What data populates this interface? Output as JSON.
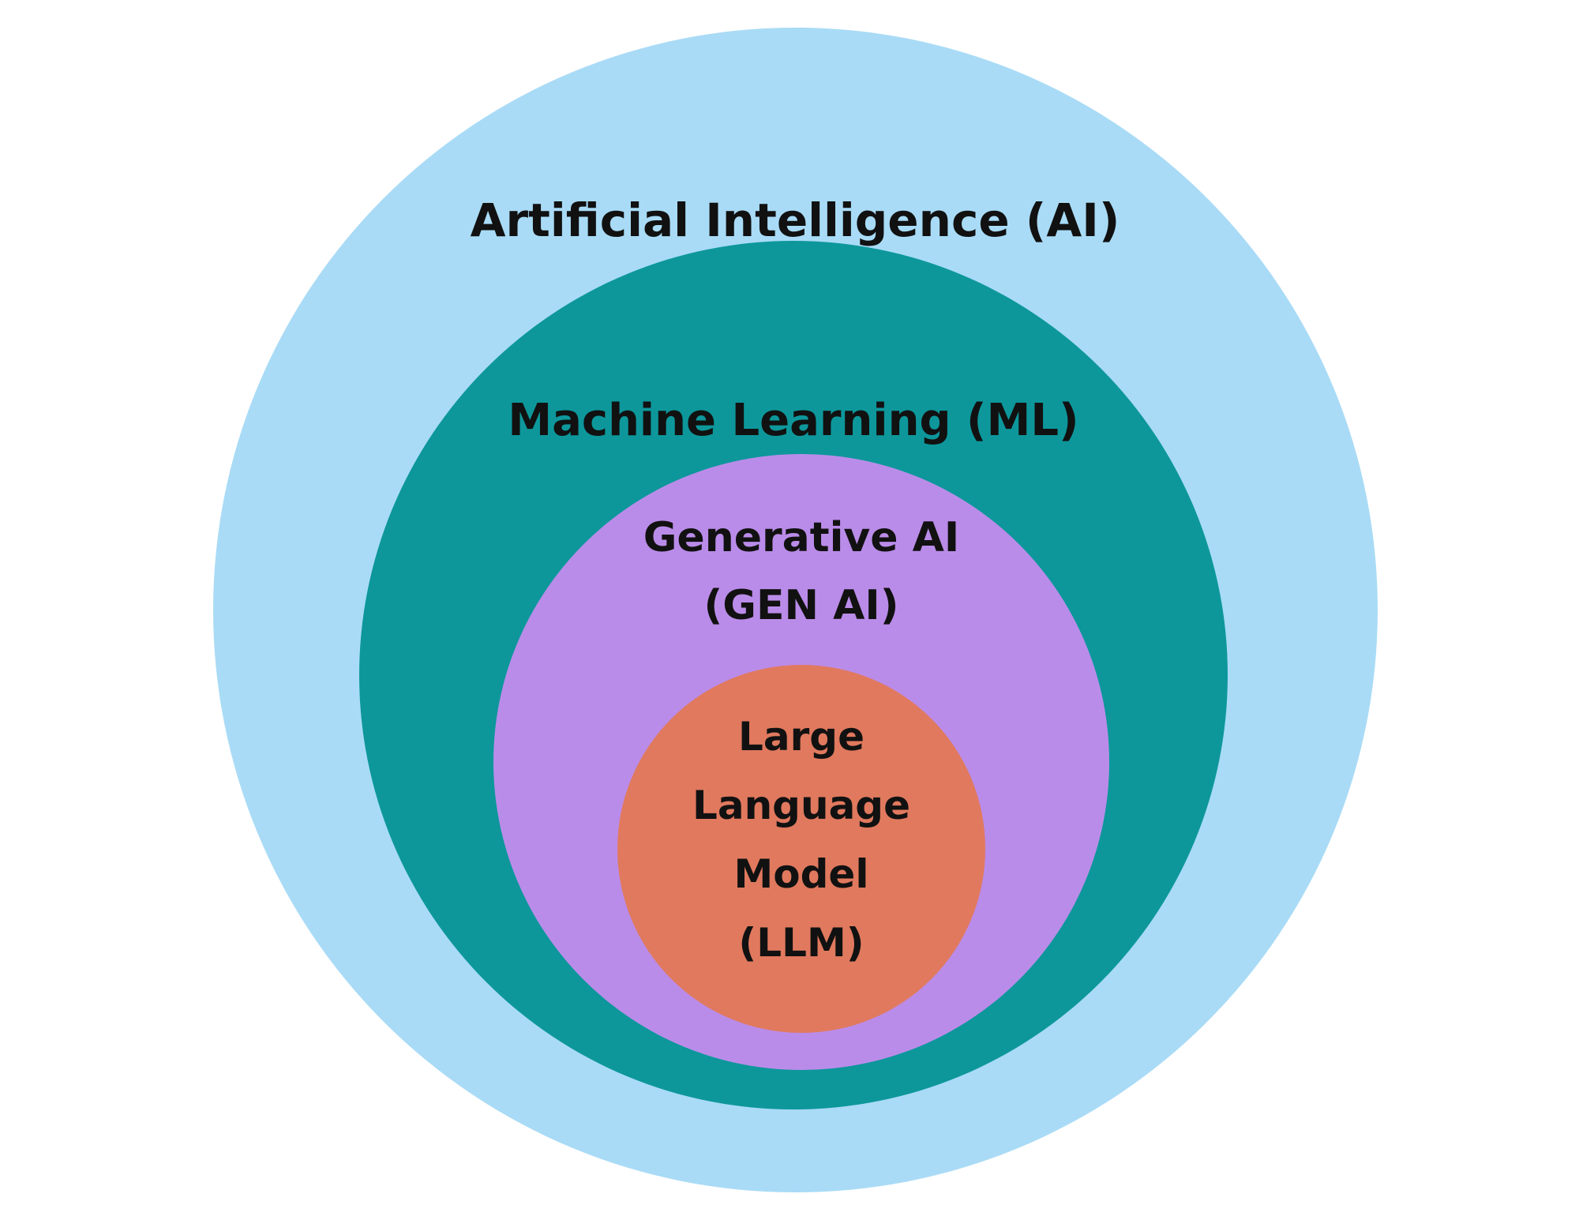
{
  "diagram": {
    "type": "nested-circles",
    "description": "Concentric Euler diagram of AI concept hierarchy",
    "text_color": "#111111",
    "background_color": "#ffffff",
    "rings": [
      {
        "id": "ai",
        "label": "Artificial Intelligence (AI)",
        "color": "#a9dbf6"
      },
      {
        "id": "ml",
        "label": "Machine Learning (ML)",
        "color": "#0d979b"
      },
      {
        "id": "genai",
        "label_lines": [
          "Generative AI",
          "(GEN AI)"
        ],
        "color": "#ba8ce9"
      },
      {
        "id": "llm",
        "label_lines": [
          "Large",
          "Language",
          "Model",
          "(LLM)"
        ],
        "color": "#e0795e"
      }
    ]
  }
}
